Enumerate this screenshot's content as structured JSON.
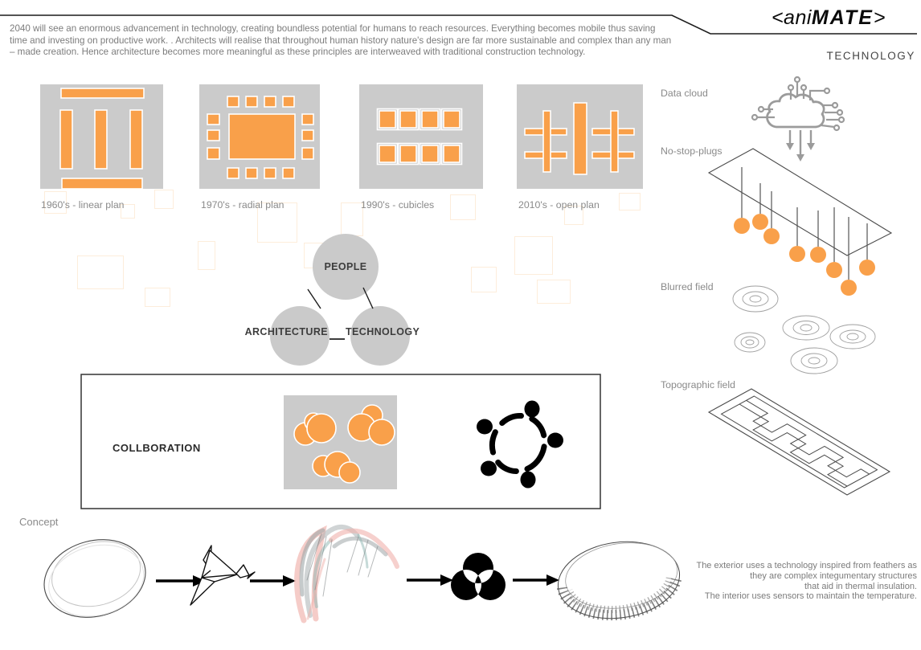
{
  "header": {
    "intro": "2040 will see an enormous advancement in technology, creating boundless potential for humans to reach resources. Everything becomes mobile thus saving time and investing on productive work. . Architects will realise that throughout human history nature's design are far more sustainable and complex than any man – made creation. Hence architecture becomes more meaningful as these principles are interweaved with traditional construction technology.",
    "logo_open": "<ani",
    "logo_accent": "MATE",
    "logo_close": ">",
    "page_label": "TECHNOLOGY"
  },
  "timeline": {
    "items": [
      {
        "label": "1960's - linear plan"
      },
      {
        "label": "1970's - radial plan"
      },
      {
        "label": "1990's - cubicles"
      },
      {
        "label": "2010's - open plan"
      }
    ]
  },
  "venn": {
    "top": "PEOPLE",
    "left": "ARCHITECTURE",
    "right": "TECHNOLOGY"
  },
  "collaboration": {
    "label": "COLLBORATION"
  },
  "right_column": {
    "labels": [
      "Data cloud",
      "No-stop-plugs",
      "Blurred field",
      "Topographic field"
    ]
  },
  "concept": {
    "label": "Concept",
    "caption_lines": [
      "The exterior uses a technology inspired from feathers as",
      "they are complex integumentary structures",
      "that aid in thermal insulation.",
      "The interior uses sensors to maintain the temperature."
    ]
  },
  "colors": {
    "accent_orange": "#F9A04A",
    "panel_gray": "#CBCBCB",
    "line_gray": "#9A9A9A",
    "text_gray": "#7B7B7B"
  },
  "icons": [
    "data-cloud-icon",
    "meeting-icon",
    "origami-bird-icon",
    "trefoil-icon",
    "arrow-icon",
    "egg-sketch-icon",
    "wings-artwork",
    "woven-ring-icon"
  ]
}
